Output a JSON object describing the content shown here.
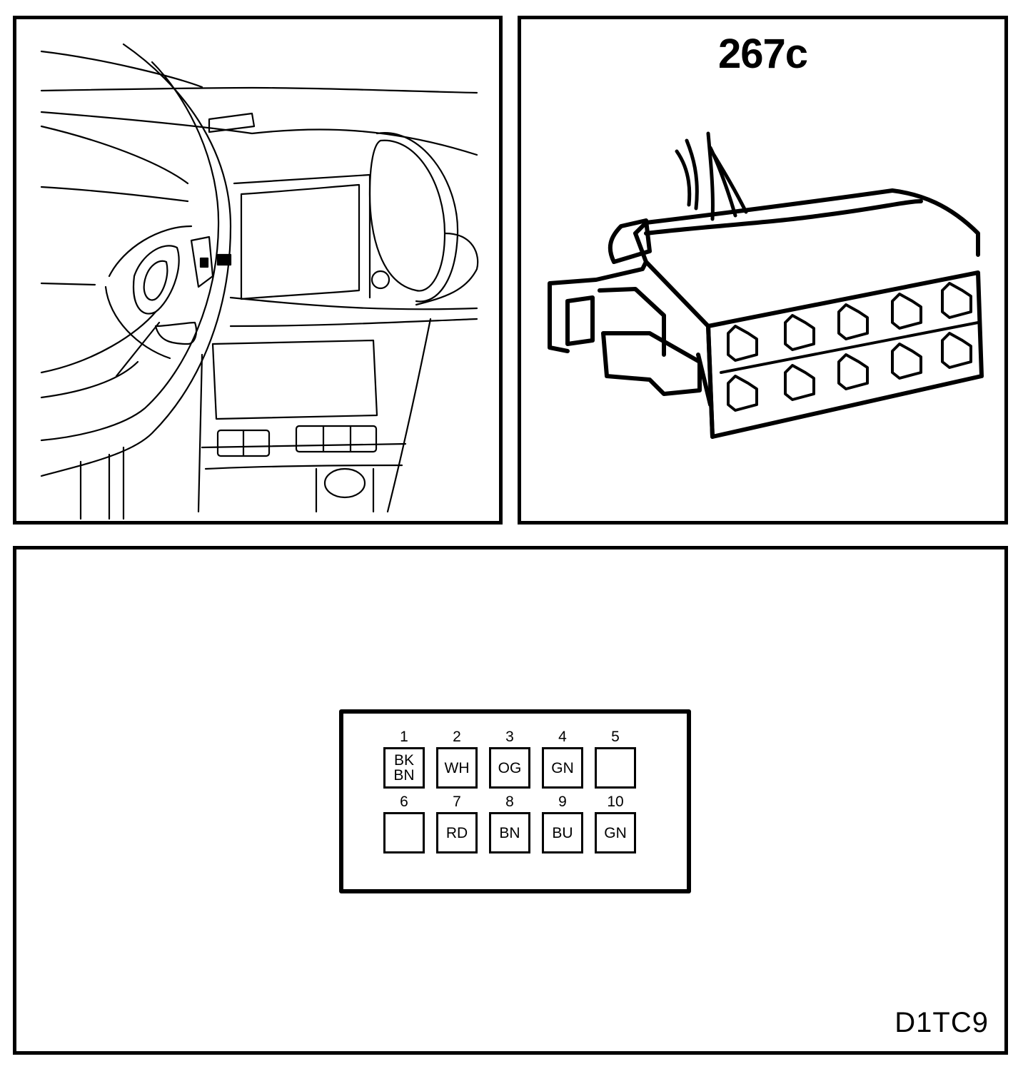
{
  "connector_photo": {
    "id": "267c"
  },
  "pinout": {
    "rows": [
      [
        {
          "num": "1",
          "color": "BK\nBN"
        },
        {
          "num": "2",
          "color": "WH"
        },
        {
          "num": "3",
          "color": "OG"
        },
        {
          "num": "4",
          "color": "GN"
        },
        {
          "num": "5",
          "color": ""
        }
      ],
      [
        {
          "num": "6",
          "color": ""
        },
        {
          "num": "7",
          "color": "RD"
        },
        {
          "num": "8",
          "color": "BN"
        },
        {
          "num": "9",
          "color": "BU"
        },
        {
          "num": "10",
          "color": "GN"
        }
      ]
    ]
  },
  "figure_code": "D1TC9"
}
